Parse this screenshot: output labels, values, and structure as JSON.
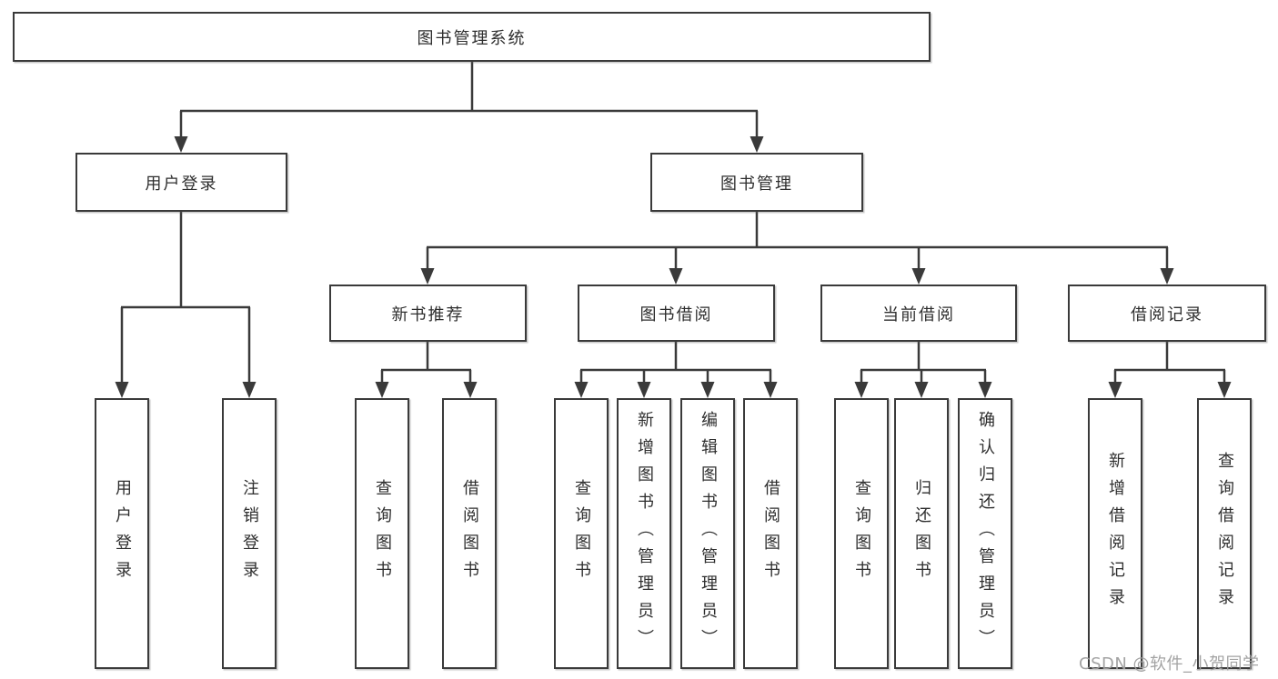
{
  "tree": {
    "root": "图书管理系统",
    "branches": [
      {
        "label": "用户登录",
        "children": [
          "用户登录",
          "注销登录"
        ]
      },
      {
        "label": "图书管理",
        "children": [
          {
            "label": "新书推荐",
            "children": [
              "查询图书",
              "借阅图书"
            ]
          },
          {
            "label": "图书借阅",
            "children": [
              "查询图书",
              "新增图书（管理员）",
              "编辑图书（管理员）",
              "借阅图书"
            ]
          },
          {
            "label": "当前借阅",
            "children": [
              "查询图书",
              "归还图书",
              "确认归还（管理员）"
            ]
          },
          {
            "label": "借阅记录",
            "children": [
              "新增借阅记录",
              "查询借阅记录"
            ]
          }
        ]
      }
    ]
  },
  "watermark": "CSDN @软件_小贺同学",
  "colors": {
    "background": "#ffffff",
    "line": "#3a3a3a",
    "box_border": "#3a3a3a",
    "box_fill": "#ffffff",
    "text": "#2e2e2e",
    "watermark": "#9e9e9e"
  }
}
